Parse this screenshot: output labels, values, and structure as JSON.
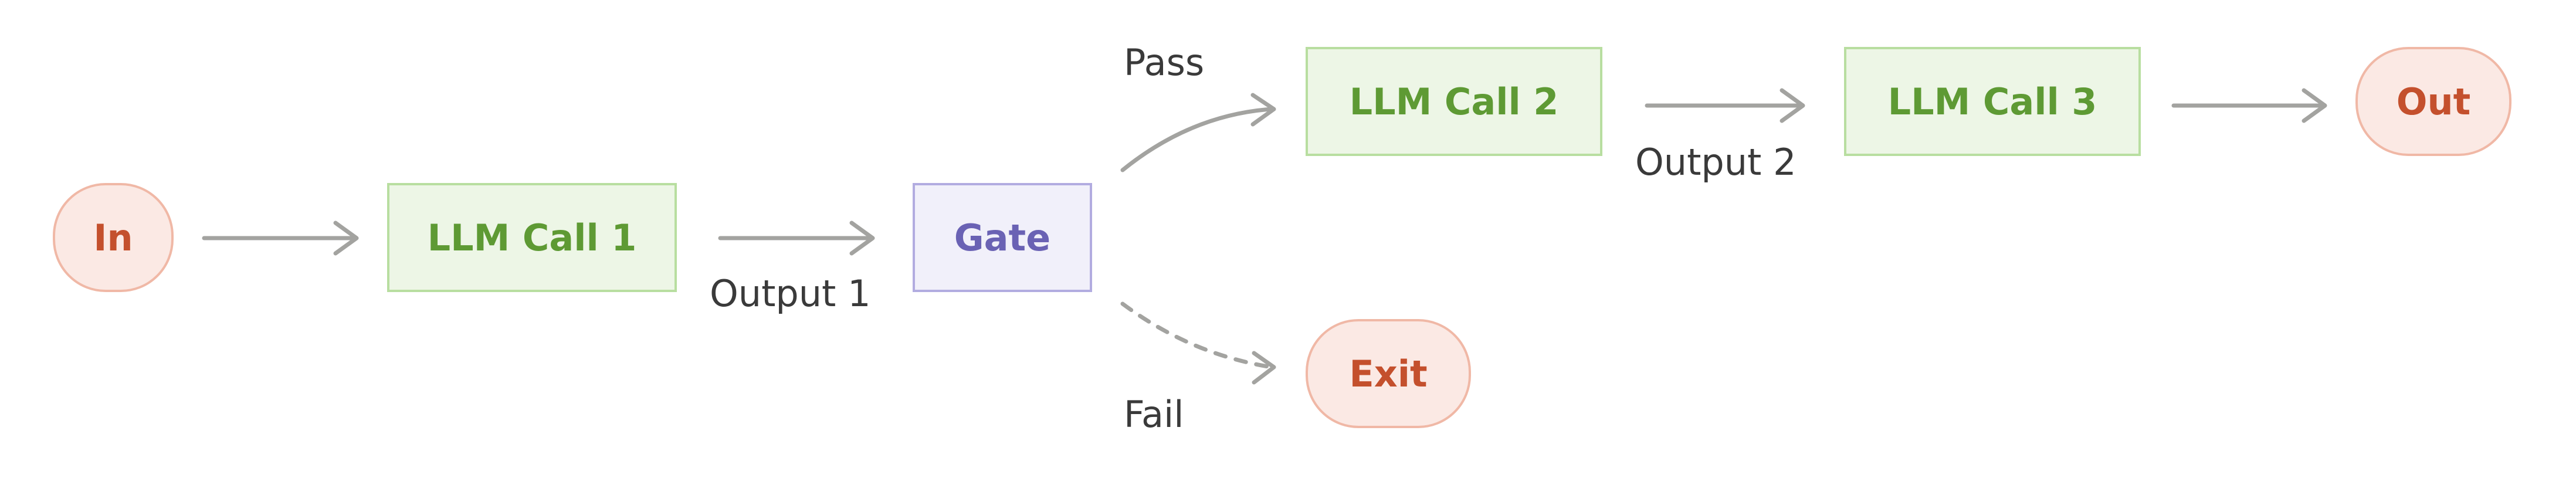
{
  "nodes": {
    "in": "In",
    "llm1": "LLM Call 1",
    "gate": "Gate",
    "llm2": "LLM Call 2",
    "llm3": "LLM Call 3",
    "out": "Out",
    "exit": "Exit"
  },
  "edge_labels": {
    "output1": "Output 1",
    "output2": "Output 2",
    "pass": "Pass",
    "fail": "Fail"
  },
  "colors": {
    "pill_fill": "#fbe9e4",
    "pill_border": "#f0b8a6",
    "pill_text": "#c4502d",
    "llm_fill": "#edf6e6",
    "llm_border": "#b8dea0",
    "llm_text": "#5e9a34",
    "gate_fill": "#f1f0fa",
    "gate_border": "#b2ace0",
    "gate_text": "#6a62b4",
    "arrow": "#a3a3a0"
  }
}
